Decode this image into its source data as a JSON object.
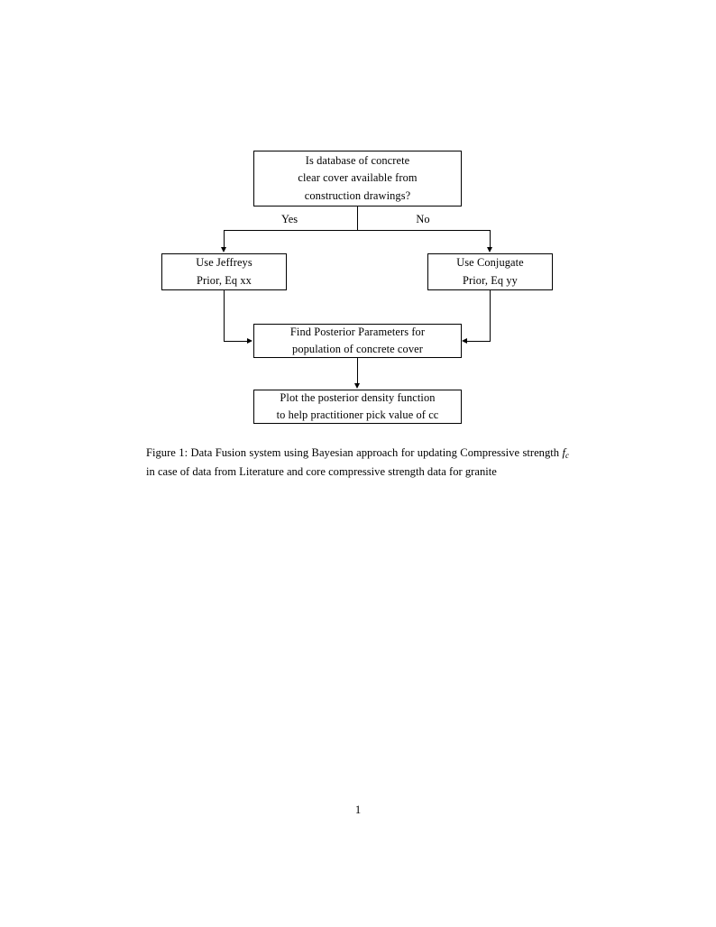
{
  "document": {
    "page_number": "1",
    "background_color": "#ffffff",
    "ink_color": "#000000"
  },
  "figure": {
    "id": "figure-1",
    "caption_prefix": "Figure 1:",
    "caption_text_1": " Data Fusion system using Bayesian approach for updating Compressive strength ",
    "caption_math_var": "f",
    "caption_math_sub": "c",
    "caption_text_2": " in case of data from Literature and core compressive strength data for granite",
    "nodes": [
      {
        "id": "decision",
        "shape": "rectangle",
        "lines": [
          "Is database of concrete",
          "clear cover available from",
          "construction drawings?"
        ]
      },
      {
        "id": "jeffreys",
        "shape": "rectangle",
        "lines": [
          "Use Jeffreys",
          "Prior, Eq xx"
        ]
      },
      {
        "id": "conjugate",
        "shape": "rectangle",
        "lines": [
          "Use Conjugate",
          "Prior, Eq yy"
        ]
      },
      {
        "id": "posterior",
        "shape": "rectangle",
        "lines": [
          "Find Posterior Parameters for",
          "population of concrete cover"
        ]
      },
      {
        "id": "plot",
        "shape": "rectangle",
        "lines": [
          "Plot the posterior density function",
          "to help practitioner pick value of cc"
        ]
      }
    ],
    "edge_labels": {
      "yes": "Yes",
      "no": "No"
    },
    "edges": [
      {
        "from": "decision",
        "to": "jeffreys",
        "label": "Yes"
      },
      {
        "from": "decision",
        "to": "conjugate",
        "label": "No"
      },
      {
        "from": "jeffreys",
        "to": "posterior",
        "label": ""
      },
      {
        "from": "conjugate",
        "to": "posterior",
        "label": ""
      },
      {
        "from": "posterior",
        "to": "plot",
        "label": ""
      }
    ]
  }
}
